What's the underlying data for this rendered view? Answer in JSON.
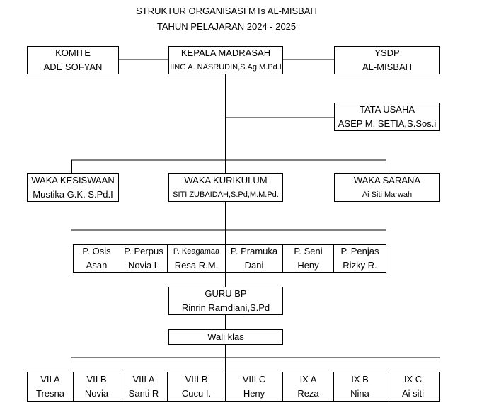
{
  "title": {
    "line1": "STRUKTUR ORGANISASI MTs AL-MISBAH",
    "line2": "TAHUN PELAJARAN 2024 - 2025"
  },
  "komite": {
    "role": "KOMITE",
    "name": "ADE SOFYAN"
  },
  "kepala": {
    "role": "KEPALA MADRASAH",
    "name": "IING A. NASRUDIN,S.Ag,M.Pd.I"
  },
  "ysdp": {
    "role": "YSDP",
    "name": "AL-MISBAH"
  },
  "tata_usaha": {
    "role": "TATA USAHA",
    "name": "ASEP M. SETIA,S.Sos.i"
  },
  "waka": [
    {
      "role": "WAKA KESISWAAN",
      "name": "Mustika G.K. S.Pd.I"
    },
    {
      "role": "WAKA KURIKULUM",
      "name": "SITI ZUBAIDAH,S.Pd,M.M.Pd."
    },
    {
      "role": "WAKA SARANA",
      "name": "Ai Siti Marwah"
    }
  ],
  "pembina": [
    {
      "role": "P. Osis",
      "name": "Asan"
    },
    {
      "role": "P. Perpus",
      "name": "Novia L"
    },
    {
      "role": "P. Keagamaa",
      "name": "Resa R.M."
    },
    {
      "role": "P. Pramuka",
      "name": "Dani"
    },
    {
      "role": "P. Seni",
      "name": "Heny"
    },
    {
      "role": "P. Penjas",
      "name": "Rizky R."
    }
  ],
  "guru_bp": {
    "role": "GURU BP",
    "name": "Rinrin Ramdiani,S.Pd"
  },
  "wali_klas": {
    "label": "Wali klas"
  },
  "kelas": [
    {
      "class": "VII A",
      "name": "Tresna"
    },
    {
      "class": "VII B",
      "name": "Novia"
    },
    {
      "class": "VIII A",
      "name": "Santi R"
    },
    {
      "class": "VIII B",
      "name": "Cucu I."
    },
    {
      "class": "VIII C",
      "name": "Heny"
    },
    {
      "class": "IX A",
      "name": "Reza"
    },
    {
      "class": "IX B",
      "name": "Nina"
    },
    {
      "class": "IX C",
      "name": "Ai siti"
    }
  ]
}
